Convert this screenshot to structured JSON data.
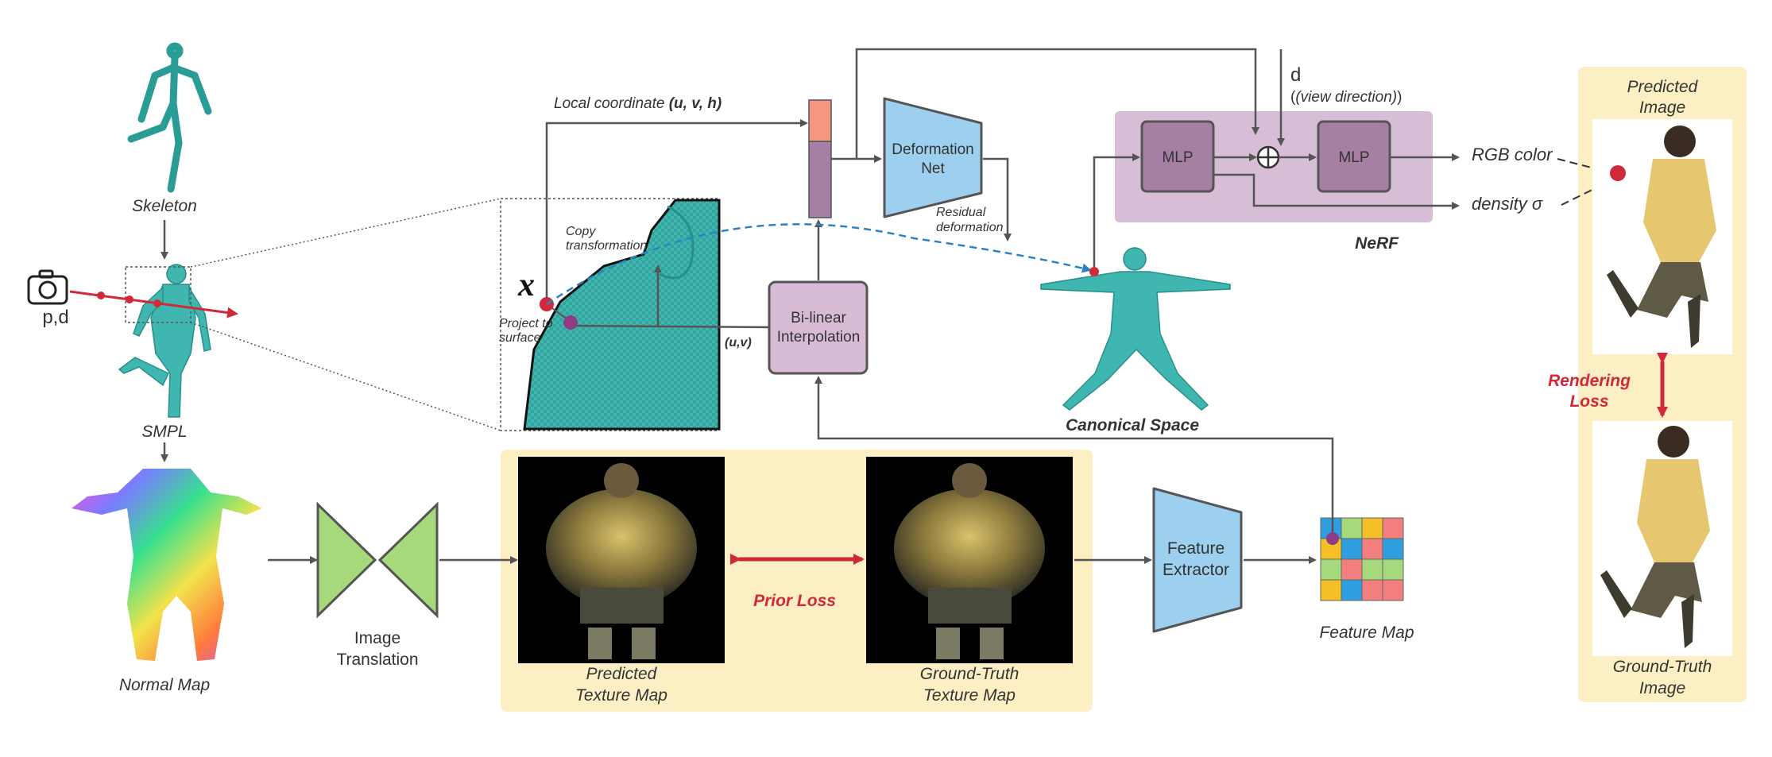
{
  "labels": {
    "skeleton": "Skeleton",
    "smpl": "SMPL",
    "camera_label": "p,d",
    "normal_map": "Normal Map",
    "image_translation_1": "Image",
    "image_translation_2": "Translation",
    "local_coordinate_prefix": "Local coordinate ",
    "local_coordinate_vars": "(u, v, h)",
    "copy_transformation_1": "Copy",
    "copy_transformation_2": "transformation",
    "x_symbol": "x",
    "project_to_surface_1": "Project to",
    "project_to_surface_2": "surface",
    "uv": "(u,v)",
    "bilinear_1": "Bi-linear",
    "bilinear_2": "Interpolation",
    "deformation_net_1": "Deformation",
    "deformation_net_2": "Net",
    "residual_1": "Residual",
    "residual_2": "deformation",
    "canonical_space": "Canonical Space",
    "view_d": "d",
    "view_direction": "(view direction)",
    "mlp_1": "MLP",
    "mlp_2": "MLP",
    "nerf": "NeRF",
    "rgb_color": "RGB color",
    "density": "density σ",
    "predicted_image_1": "Predicted",
    "predicted_image_2": "Image",
    "rendering_loss_1": "Rendering",
    "rendering_loss_2": "Loss",
    "ground_truth_image_1": "Ground-Truth",
    "ground_truth_image_2": "Image",
    "predicted_texture_1": "Predicted",
    "predicted_texture_2": "Texture Map",
    "prior_loss": "Prior Loss",
    "gt_texture_1": "Ground-Truth",
    "gt_texture_2": "Texture Map",
    "feature_extractor_1": "Feature",
    "feature_extractor_2": "Extractor",
    "feature_map": "Feature Map"
  },
  "colors": {
    "arrow": "#555555",
    "accent_red": "#d0293a",
    "nerf_panel": "#d7bdd6",
    "mlp_box": "#a67fa5",
    "bilinear_box": "#d8bcd6",
    "deform_net": "#9dd0ee",
    "translation": "#a6d97c",
    "yellow_panel": "#fcefc3",
    "teal_body": "#3fb7b0",
    "dashed_blue": "#2c83c2"
  },
  "feature_map_grid": [
    [
      "#2f9fe0",
      "#a6d97c",
      "#f4c025",
      "#f27e7e"
    ],
    [
      "#f4c025",
      "#2f9fe0",
      "#f27e7e",
      "#2f9fe0"
    ],
    [
      "#a6d97c",
      "#f27e7e",
      "#a6d97c",
      "#a6d97c"
    ],
    [
      "#f4c025",
      "#2f9fe0",
      "#f27e7e",
      "#f27e7e"
    ]
  ]
}
